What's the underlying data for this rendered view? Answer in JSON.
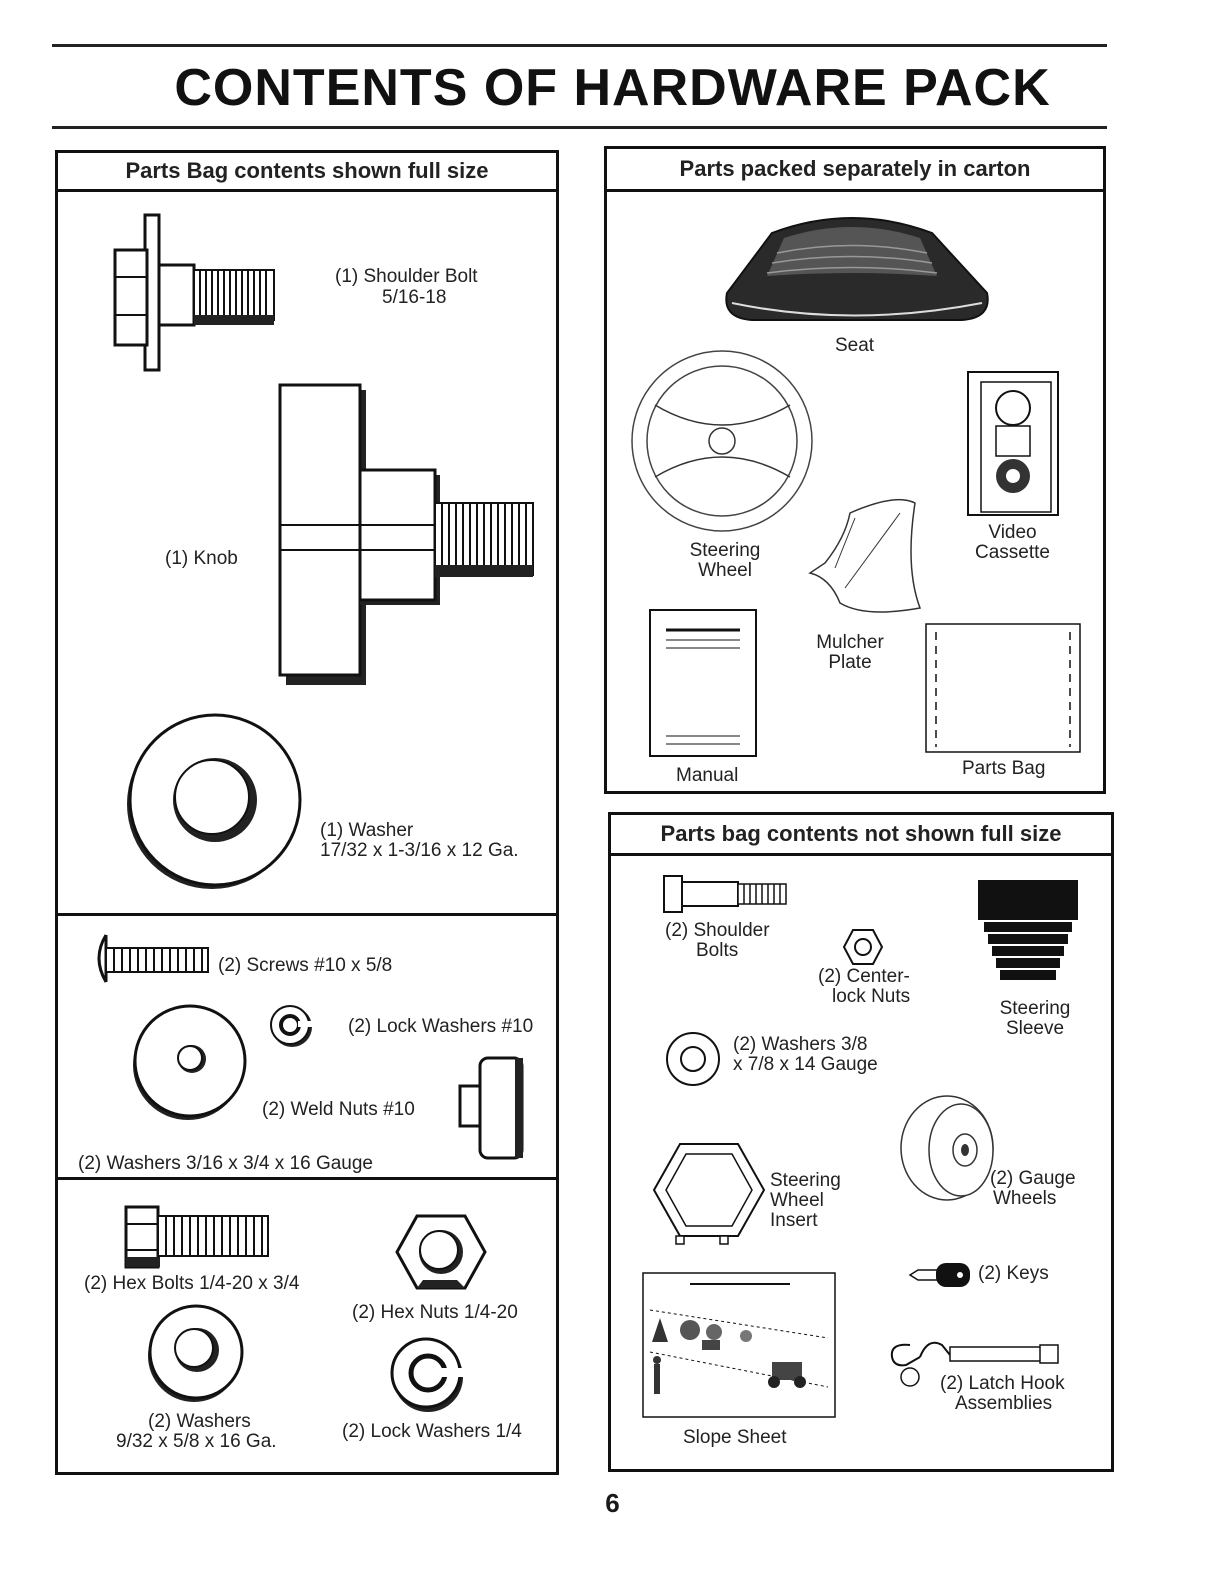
{
  "title": "CONTENTS OF HARDWARE PACK",
  "page_number": "6",
  "left_panel": {
    "heading": "Parts Bag contents shown full size",
    "shoulder_bolt": {
      "line1": "(1) Shoulder Bolt",
      "line2": "5/16-18",
      "icon": "shoulder-bolt"
    },
    "knob": {
      "label": "(1) Knob",
      "icon": "knob"
    },
    "washer": {
      "line1": "(1) Washer",
      "line2": "17/32 x 1-3/16 x 12 Ga.",
      "icon": "washer"
    },
    "screws": {
      "label": "(2) Screws  #10 x 5/8",
      "icon": "screw"
    },
    "lock_washers_10": {
      "label": "(2) Lock Washers  #10",
      "icon": "lock-washer"
    },
    "weld_nuts": {
      "label": "(2) Weld Nuts  #10",
      "icon": "weld-nut"
    },
    "washers_316": {
      "label": "(2) Washers  3/16 x 3/4 x 16 Gauge",
      "icon": "washer"
    },
    "hex_bolts": {
      "label": "(2) Hex Bolts  1/4-20 x 3/4",
      "icon": "hex-bolt"
    },
    "hex_nuts": {
      "label": "(2) Hex Nuts  1/4-20",
      "icon": "hex-nut"
    },
    "washers_932": {
      "line1": "(2) Washers",
      "line2": "9/32  x 5/8 x 16 Ga.",
      "icon": "washer"
    },
    "lock_washers_14": {
      "label": "(2) Lock Washers  1/4",
      "icon": "lock-washer"
    }
  },
  "right_top_panel": {
    "heading": "Parts packed separately in carton",
    "seat": {
      "label": "Seat",
      "icon": "seat"
    },
    "steering_wheel": {
      "line1": "Steering",
      "line2": "Wheel",
      "icon": "steering-wheel"
    },
    "video": {
      "line1": "Video",
      "line2": "Cassette",
      "icon": "video-cassette"
    },
    "mulcher": {
      "line1": "Mulcher",
      "line2": "Plate",
      "icon": "mulcher-plate"
    },
    "manual": {
      "label": "Manual",
      "icon": "manual"
    },
    "parts_bag": {
      "label": "Parts Bag",
      "icon": "parts-bag"
    }
  },
  "right_bottom_panel": {
    "heading": "Parts bag contents not shown full size",
    "shoulder_bolts": {
      "line1": "(2) Shoulder",
      "line2": "Bolts",
      "icon": "shoulder-bolt"
    },
    "center_lock_nuts": {
      "line1": "(2) Center-",
      "line2": "lock Nuts",
      "icon": "hex-nut"
    },
    "steering_sleeve": {
      "line1": "Steering",
      "line2": "Sleeve",
      "icon": "steering-sleeve"
    },
    "washers_38": {
      "line1": "(2) Washers  3/8",
      "line2": "x 7/8 x 14 Gauge",
      "icon": "washer"
    },
    "steering_insert": {
      "line1": "Steering",
      "line2": "Wheel",
      "line3": "Insert",
      "icon": "steering-wheel-insert"
    },
    "gauge_wheels": {
      "line1": "(2) Gauge",
      "line2": "Wheels",
      "icon": "gauge-wheel"
    },
    "keys": {
      "label": "(2) Keys",
      "icon": "key"
    },
    "latch_hook": {
      "line1": "(2) Latch Hook",
      "line2": "Assemblies",
      "icon": "latch-hook"
    },
    "slope_sheet": {
      "label": "Slope Sheet",
      "icon": "slope-sheet"
    }
  }
}
